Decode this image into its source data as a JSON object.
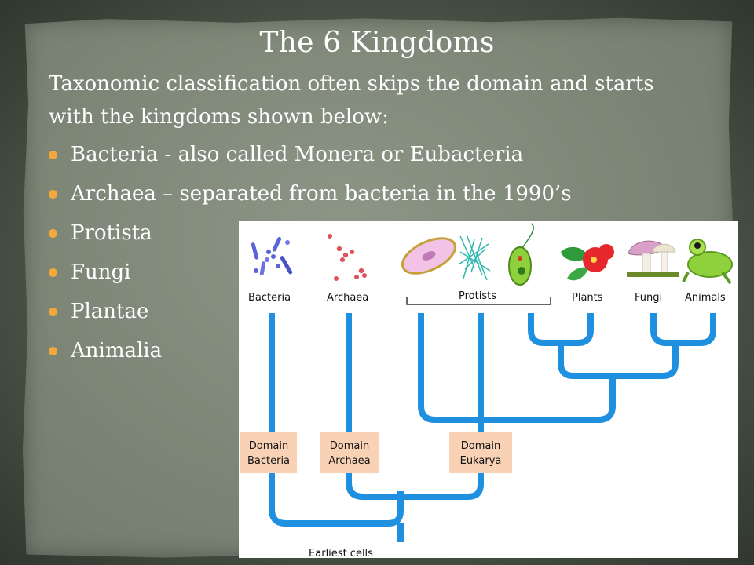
{
  "slide": {
    "title": "The 6 Kingdoms",
    "intro": "Taxonomic classification often skips the domain and starts with the kingdoms shown below:",
    "bullets": [
      "Bacteria - also called Monera or Eubacteria",
      "Archaea – separated from bacteria in the 1990’s",
      "Protista",
      "Fungi",
      "Plantae",
      "Animalia"
    ],
    "bullet_color": "#f2a93b"
  },
  "figure": {
    "groups": [
      "Bacteria",
      "Archaea",
      "Protists",
      "Plants",
      "Fungi",
      "Animals"
    ],
    "domains": [
      {
        "line1": "Domain",
        "line2": "Bacteria"
      },
      {
        "line1": "Domain",
        "line2": "Archaea"
      },
      {
        "line1": "Domain",
        "line2": "Eukarya"
      }
    ],
    "root": "Earliest cells",
    "tree_color": "#1f8fe0",
    "domain_box_color": "#f9d2b6",
    "icons": [
      "bacteria-icon",
      "archaea-icon",
      "paramecium-icon",
      "algae-icon",
      "euglena-icon",
      "plant-icon",
      "mushroom-icon",
      "frog-icon"
    ]
  }
}
